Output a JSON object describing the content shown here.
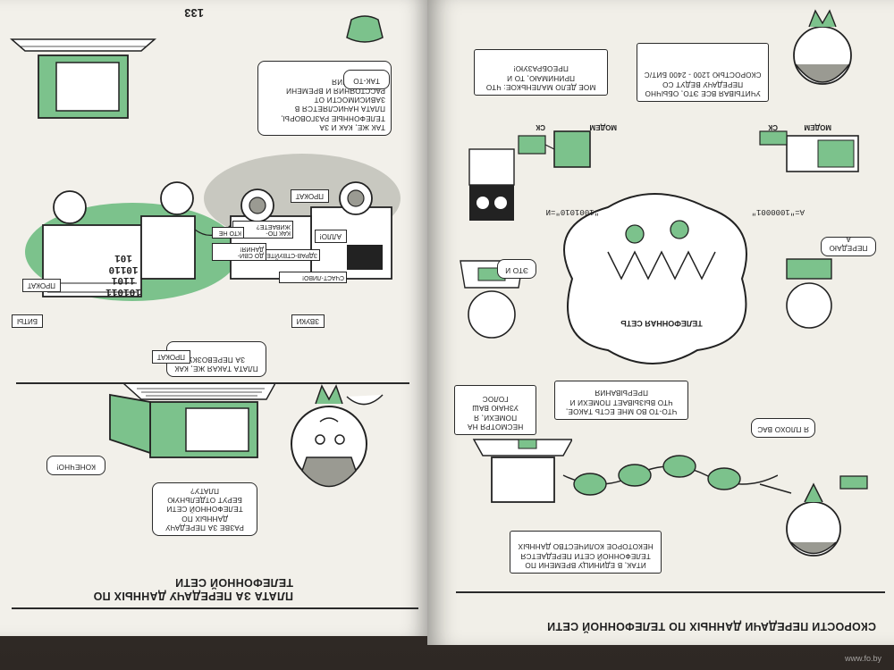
{
  "spread": {
    "left_page": {
      "page_number": "133",
      "title": "ПЛАТА ЗА ПЕРЕДАЧУ ДАННЫХ ПО ТЕЛЕФОННОЙ СЕТИ",
      "bubbles": {
        "q_pay": "Разве за передачу данных по телефонной сети берут отдельную плату?",
        "a_sure": "Конечно!",
        "explain": "Так же, как и за телефонные разговоры, плата начисляется в зависимости от расстояния и времени соединения",
        "tak_to": "Так-то",
        "same_fee": "Плата такая же, как за перевозку"
      },
      "labels": {
        "bits": "Биты",
        "rent_top": "ПРОКАТ",
        "rent_bottom": "ПРОКАТ",
        "rent_truck": "ПРОКАТ",
        "sounds": "Звуки",
        "allo": "Алло!",
        "cargo": [
          "Счаст-ливо!",
          "Здрав-ствуйте",
          "Как по-живаете?",
          "До сви-дания!",
          "Кто не"
        ],
        "binary": [
          "101011",
          "1101",
          "10110",
          "101"
        ]
      },
      "colors": {
        "accent": "#7cc28c",
        "ink": "#222222",
        "paper": "#f2f0ea",
        "shadow": "#b8b8b0"
      }
    },
    "right_page": {
      "title": "СКОРОСТИ ПЕРЕДАЧИ ДАННЫХ ПО ТЕЛЕФОННОЙ СЕТИ",
      "bubbles": {
        "intro": "Итак, в единицу времени по телефонной сети передается некоторое количество данных",
        "despite": "Несмотря на помехи, я узнаю ваш голос",
        "noise": "Что-то во мне есть такое, что вызывает помехи и прерывания",
        "i_hear": "Я плохо вас",
        "not_mine": "Мое дело маленькое: что принимаю, то и преобразую!",
        "counting": "Учитывая все это, обычно передачу ведут со скоростью 1200 - 2400 бит/с",
        "transmit_a": "Передаю А",
        "it_is": "Это и"
      },
      "labels": {
        "network": "ТЕЛЕФОННАЯ СЕТЬ",
        "modem_left": "МОДЕМ",
        "modem_right": "МОДЕМ",
        "sk_left": "СК",
        "sk_right": "СК",
        "code_a": "A=\"1000001\"",
        "code_i": "\"1001010\"=И"
      }
    },
    "watermark": "www.fo.by"
  }
}
